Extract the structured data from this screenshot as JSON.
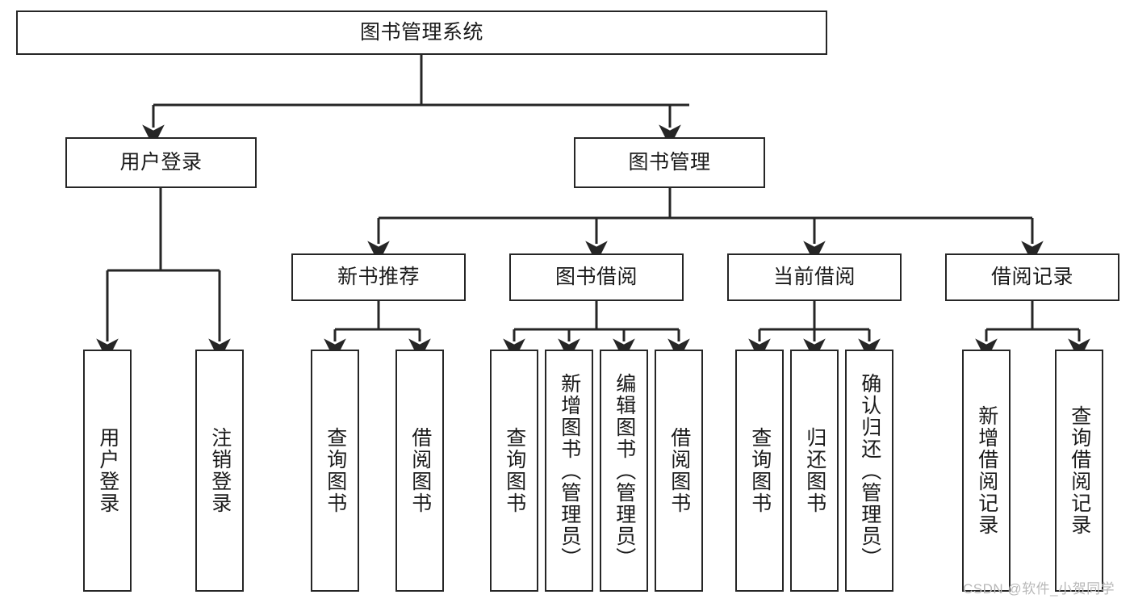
{
  "diagram": {
    "title": "图书管理系统",
    "type": "tree-hierarchy-diagram",
    "watermark": "CSDN @软件_小贺同学",
    "colors": {
      "box_border": "#262626",
      "box_fill": "#ffffff",
      "connector": "#262626",
      "text": "#1a1a1a",
      "watermark": "#b8b8b8",
      "background": "#ffffff"
    },
    "nodes": {
      "root": {
        "label": "图书管理系统",
        "level": 0
      },
      "user_login": {
        "label": "用户登录",
        "level": 1
      },
      "book_manage": {
        "label": "图书管理",
        "level": 1
      },
      "new_book_rec": {
        "label": "新书推荐",
        "level": 2
      },
      "book_borrow": {
        "label": "图书借阅",
        "level": 2
      },
      "current_borrow": {
        "label": "当前借阅",
        "level": 2
      },
      "borrow_record": {
        "label": "借阅记录",
        "level": 2
      },
      "leaf_user_login": {
        "label": "用户登录",
        "level": 3
      },
      "leaf_logout": {
        "label": "注销登录",
        "level": 3
      },
      "leaf_query_book_1": {
        "label": "查询图书",
        "level": 3
      },
      "leaf_borrow_book_1": {
        "label": "借阅图书",
        "level": 3
      },
      "leaf_query_book_2": {
        "label": "查询图书",
        "level": 3
      },
      "leaf_add_book": {
        "label": "新增图书（管理员）",
        "level": 3
      },
      "leaf_edit_book": {
        "label": "编辑图书（管理员）",
        "level": 3
      },
      "leaf_borrow_book_2": {
        "label": "借阅图书",
        "level": 3
      },
      "leaf_query_book_3": {
        "label": "查询图书",
        "level": 3
      },
      "leaf_return_book": {
        "label": "归还图书",
        "level": 3
      },
      "leaf_confirm_return": {
        "label": "确认归还（管理员）",
        "level": 3
      },
      "leaf_add_record": {
        "label": "新增借阅记录",
        "level": 3
      },
      "leaf_query_record": {
        "label": "查询借阅记录",
        "level": 3
      }
    },
    "edges": [
      {
        "from": "root",
        "to": "user_login"
      },
      {
        "from": "root",
        "to": "book_manage"
      },
      {
        "from": "book_manage",
        "to": "new_book_rec"
      },
      {
        "from": "book_manage",
        "to": "book_borrow"
      },
      {
        "from": "book_manage",
        "to": "current_borrow"
      },
      {
        "from": "book_manage",
        "to": "borrow_record"
      },
      {
        "from": "user_login",
        "to": "leaf_user_login"
      },
      {
        "from": "user_login",
        "to": "leaf_logout"
      },
      {
        "from": "new_book_rec",
        "to": "leaf_query_book_1"
      },
      {
        "from": "new_book_rec",
        "to": "leaf_borrow_book_1"
      },
      {
        "from": "book_borrow",
        "to": "leaf_query_book_2"
      },
      {
        "from": "book_borrow",
        "to": "leaf_add_book"
      },
      {
        "from": "book_borrow",
        "to": "leaf_edit_book"
      },
      {
        "from": "book_borrow",
        "to": "leaf_borrow_book_2"
      },
      {
        "from": "current_borrow",
        "to": "leaf_query_book_3"
      },
      {
        "from": "current_borrow",
        "to": "leaf_return_book"
      },
      {
        "from": "current_borrow",
        "to": "leaf_confirm_return"
      },
      {
        "from": "borrow_record",
        "to": "leaf_add_record"
      },
      {
        "from": "borrow_record",
        "to": "leaf_query_record"
      }
    ]
  }
}
